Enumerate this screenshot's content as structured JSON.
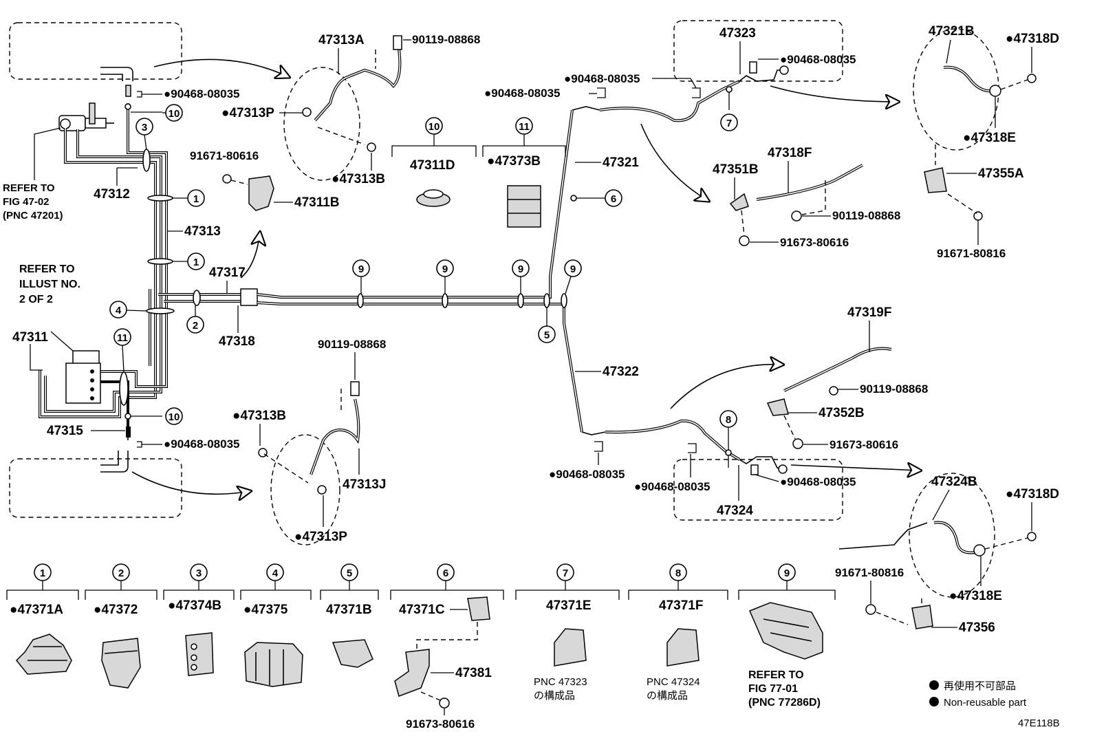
{
  "diagram_id": "47E118B",
  "refs": {
    "fig_47_02": [
      "REFER TO",
      "FIG 47-02",
      "(PNC 47201)"
    ],
    "illust_2of2": [
      "REFER TO",
      "ILLUST NO.",
      "2 OF 2"
    ],
    "fig_77_01": [
      "REFER TO",
      "FIG 77-01",
      "(PNC 77286D)"
    ],
    "pnc_47323": [
      "PNC 47323",
      "の構成品"
    ],
    "pnc_47324": [
      "PNC 47324",
      "の構成品"
    ]
  },
  "legend": {
    "jp": "再使用不可部品",
    "en": "Non-reusable part"
  },
  "callouts": [
    "1",
    "2",
    "3",
    "4",
    "5",
    "6",
    "7",
    "8",
    "9",
    "10",
    "11"
  ],
  "parts": {
    "p47311": "47311",
    "p47312": "47312",
    "p47313": "47313",
    "p47315": "47315",
    "p47317": "47317",
    "p47318": "47318",
    "p47321": "47321",
    "p47322": "47322",
    "p47323": "47323",
    "p47324": "47324",
    "p47313A": "47313A",
    "p47313P_top": "●47313P",
    "p47313B_top": "●47313B",
    "p47313B_bot": "●47313B",
    "p47313P_bot": "●47313P",
    "p47313J": "47313J",
    "p47311B": "47311B",
    "p47311D": "47311D",
    "p47373B": "●47373B",
    "p91671_80616": "91671-80616",
    "p90119_top": "90119-08868",
    "p90119_bot": "90119-08868",
    "p90119_rt1": "90119-08868",
    "p90119_rt2": "90119-08868",
    "p90468_a": "●90468-08035",
    "p90468_b": "●90468-08035",
    "p90468_c": "●90468-08035",
    "p90468_d": "●90468-08035",
    "p90468_e": "●90468-08035",
    "p90468_f": "●90468-08035",
    "p90468_g": "●90468-08035",
    "p90468_h": "●90468-08035",
    "p47321B": "47321B",
    "p47318D_top": "●47318D",
    "p47318E_top": "●47318E",
    "p47355A": "47355A",
    "p91671_80816_top": "91671-80816",
    "p47351B": "47351B",
    "p47318F": "47318F",
    "p91673_80616_a": "91673-80616",
    "p47319F": "47319F",
    "p47352B": "47352B",
    "p91673_80616_b": "91673-80616",
    "p47324B": "47324B",
    "p47318D_bot": "●47318D",
    "p47318E_bot": "●47318E",
    "p91671_80816_bot": "91671-80816",
    "p47356": "47356"
  },
  "kit": {
    "k1": "●47371A",
    "k2": "●47372",
    "k3": "●47374B",
    "k4": "●47375",
    "k5": "47371B",
    "k6": "47371C",
    "k6b": "47381",
    "k6c": "91673-80616",
    "k7": "47371E",
    "k8": "47371F"
  }
}
